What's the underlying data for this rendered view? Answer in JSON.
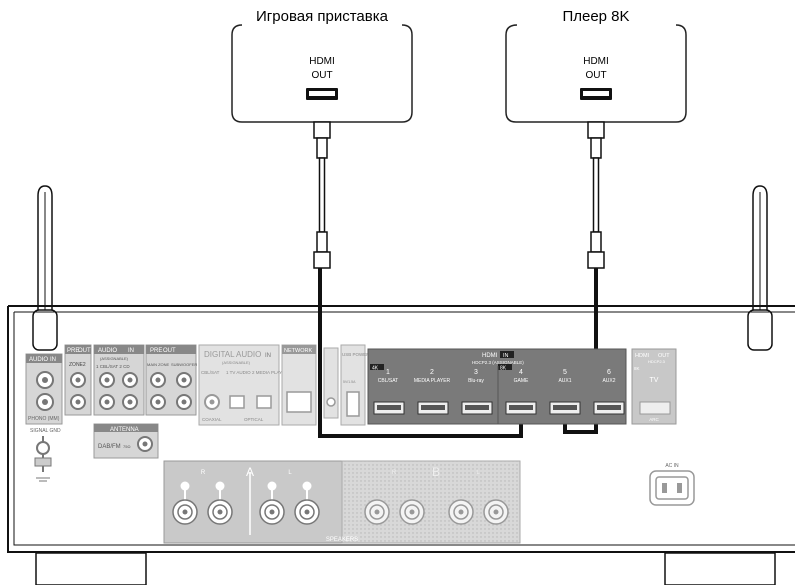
{
  "devices": {
    "game_console": {
      "title": "Игровая приставка",
      "port_line1": "HDMI",
      "port_line2": "OUT"
    },
    "player_8k": {
      "title": "Плеер 8K",
      "port_line1": "HDMI",
      "port_line2": "OUT"
    }
  },
  "receiver": {
    "audio_in": "AUDIO",
    "audio_in_badge": "IN",
    "phono": "PHONO (MM)",
    "signal_gnd": "SIGNAL GND",
    "pre_out": "PRE",
    "pre_out_badge": "OUT",
    "zone2": "ZONE2",
    "analog_audio": "AUDIO",
    "analog_badge": "IN",
    "assignable": "(ASSIGNABLE)",
    "cbl_sat_cd": "1 CBL/SAT   2 CD",
    "pre_out2": "PRE",
    "pre_out2_badge": "OUT",
    "main_zone": "MAIN ZONE",
    "subwoofer": "SUBWOOFER",
    "antenna": "ANTENNA",
    "dab_fm": "DAB/FM",
    "ohm": "75Ω",
    "digital_audio": "DIGITAL AUDIO",
    "digital_badge": "IN",
    "digital_assignable": "(ASSIGNABLE)",
    "coaxial": "COAXIAL",
    "optical": "OPTICAL",
    "cbl_sat": "CBL/SAT",
    "tv_audio": "1  TV AUDIO",
    "media_player2": "2  MEDIA PLAYER",
    "network": "NETWORK",
    "usb": "USB POWER ONLY",
    "usb_rating": "5V/1.5A",
    "hdmi_in": "HDMI",
    "hdmi_in_badge": "IN",
    "hdcp": "HDCP2.3 (ASSIGNABLE)",
    "badge_4k": "4K",
    "badge_8k": "8K",
    "inputs": [
      {
        "num": "1",
        "name": "CBL/SAT"
      },
      {
        "num": "2",
        "name": "MEDIA PLAYER"
      },
      {
        "num": "3",
        "name": "Blu-ray"
      },
      {
        "num": "4",
        "name": "GAME"
      },
      {
        "num": "5",
        "name": "AUX1"
      },
      {
        "num": "6",
        "name": "AUX2"
      }
    ],
    "hdmi_out": "HDMI",
    "hdmi_out_badge": "OUT",
    "hdmi_out_hdcp": "HDCP2.3",
    "hdmi_out_tv": "TV",
    "hdmi_out_8k": "8K",
    "arc": "ARC",
    "speakers": "SPEAKERS",
    "zone_a": "A",
    "zone_b": "B",
    "r": "R",
    "l": "L",
    "ac_in": "AC IN"
  },
  "colors": {
    "panel": "#c4c4c4",
    "panel_dark": "#8a8a8a",
    "hdmi_block": "#7a7a7a",
    "cable": "#111111"
  }
}
